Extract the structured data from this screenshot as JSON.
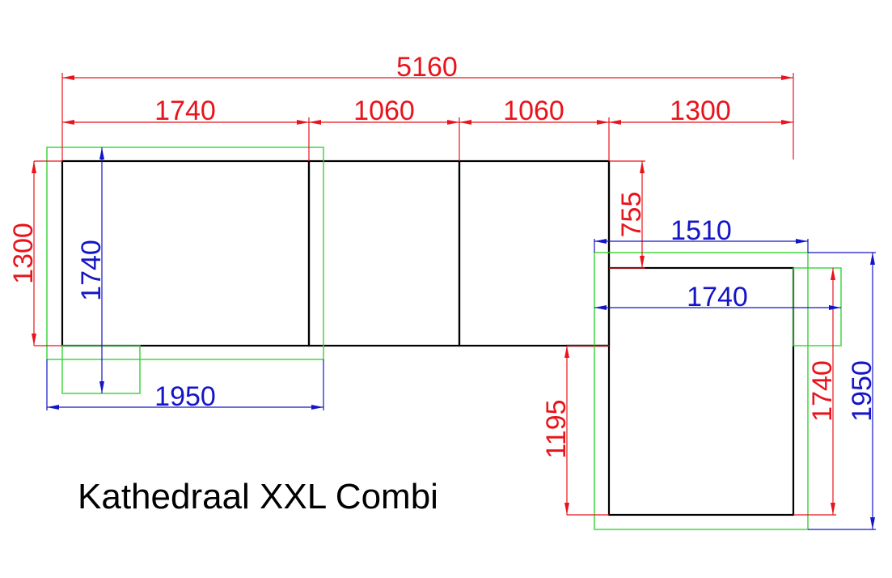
{
  "title": "Kathedraal XXL Combi",
  "colors": {
    "outline": "#000000",
    "red_dim": "#e8141b",
    "blue_dim": "#1414c8",
    "green_frame": "#34d434"
  },
  "dimensions": {
    "overall_width": "5160",
    "top_segments": [
      "1740",
      "1060",
      "1060",
      "1300"
    ],
    "left_depth_red": "1300",
    "left_depth_blue": "1740",
    "left_width_blue": "1950",
    "right_offset_red": "755",
    "right_width_blue_top": "1510",
    "right_width_blue_mid": "1740",
    "right_lower_red": "1195",
    "right_depth_red": "1740",
    "right_depth_blue": "1950"
  }
}
